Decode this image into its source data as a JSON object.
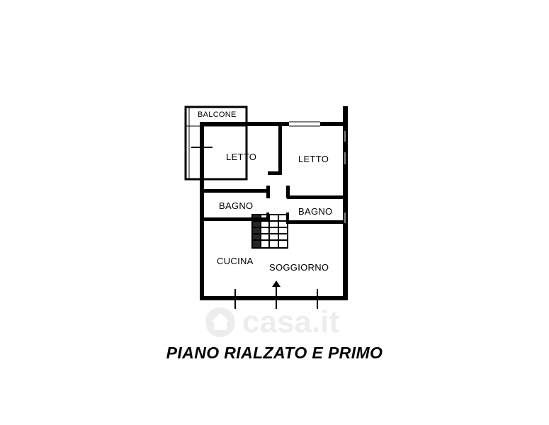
{
  "rooms": {
    "balcone": "BALCONE",
    "letto_left": "LETTO",
    "letto_right": "LETTO",
    "bagno_left": "BAGNO",
    "bagno_right": "BAGNO",
    "cucina": "CUCINA",
    "soggiorno": "SOGGIORNO"
  },
  "caption": "PIANO RIALZATO E PRIMO",
  "watermark": {
    "text": "casa.it",
    "icon": "house-icon"
  },
  "colors": {
    "wall": "#000000",
    "background": "#ffffff"
  }
}
